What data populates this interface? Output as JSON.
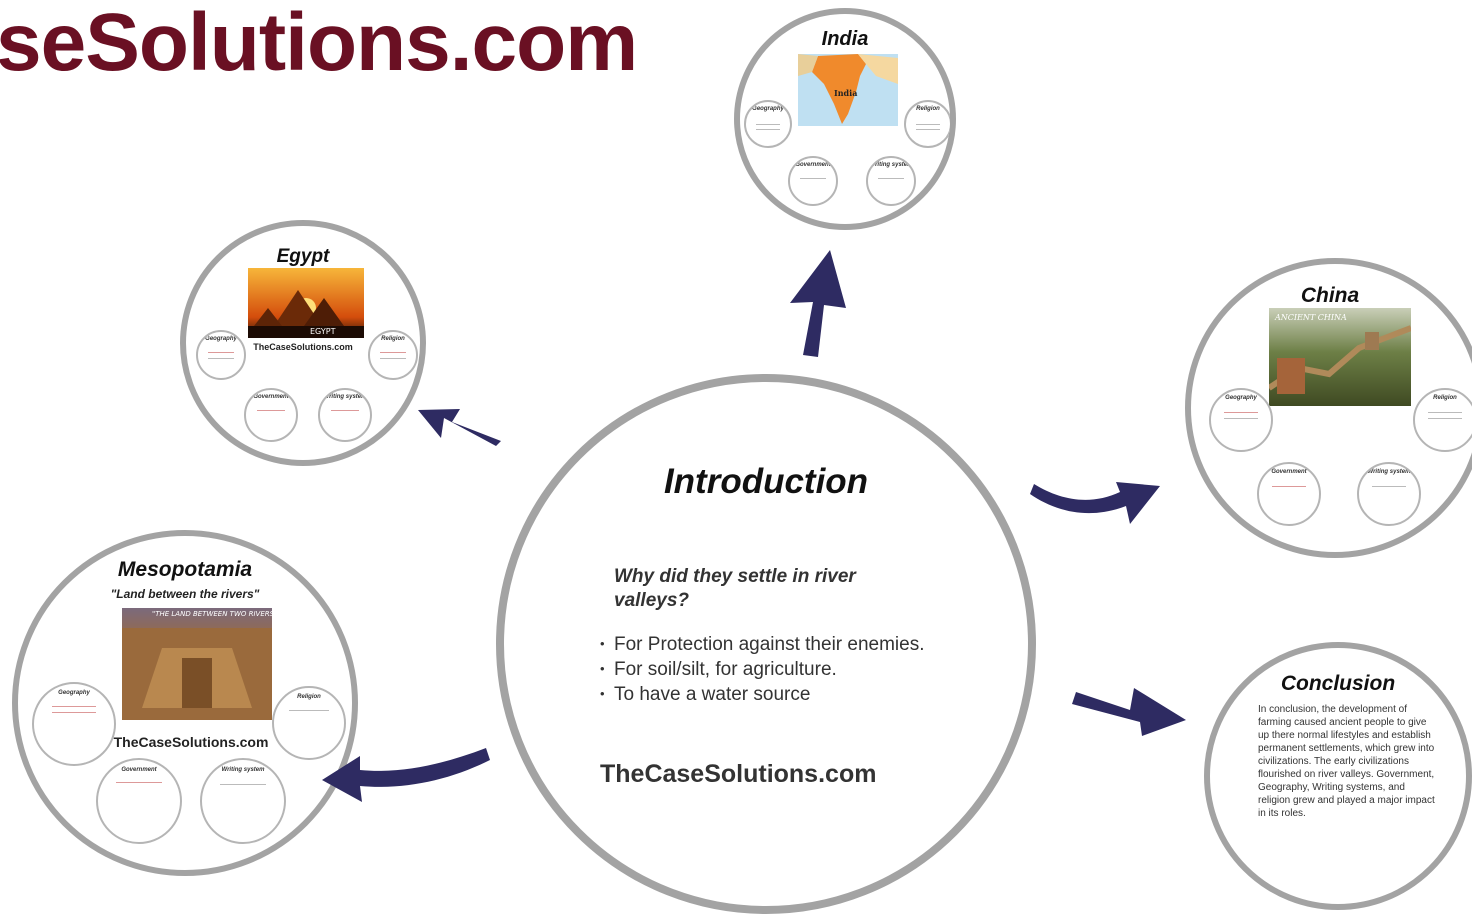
{
  "brand": "seSolutions.com",
  "intro": {
    "title": "Introduction",
    "question": "Why did they settle in river valleys?",
    "bullets": [
      "For Protection against their enemies.",
      "For soil/silt, for agriculture.",
      "To have a water source"
    ],
    "site": "TheCaseSolutions.com"
  },
  "india": {
    "title": "India",
    "map_label": "India"
  },
  "egypt": {
    "title": "Egypt",
    "image_text": "EGYPT",
    "caption": "TheCaseSolutions.com"
  },
  "china": {
    "title": "China",
    "image_text": "ANCIENT CHINA"
  },
  "mesopotamia": {
    "title": "Mesopotamia",
    "subtitle": "\"Land between the rivers\"",
    "image_text": "\"THE LAND BETWEEN TWO RIVERS\"",
    "caption": "TheCaseSolutions.com"
  },
  "conclusion": {
    "title": "Conclusion",
    "text": "In conclusion, the development of farming caused ancient people to give up there normal lifestyles and establish permanent settlements, which grew into civilizations. The early civilizations flourished on river valleys. Government, Geography, Writing systems, and religion grew and played a major impact in its roles."
  },
  "mini_titles": {
    "geography": "Geography",
    "religion": "Religion",
    "government": "Government",
    "writing": "Writing system"
  },
  "colors": {
    "brand": "#6a1023",
    "arrow": "#2e2b62",
    "ring": "#a3a3a3"
  }
}
